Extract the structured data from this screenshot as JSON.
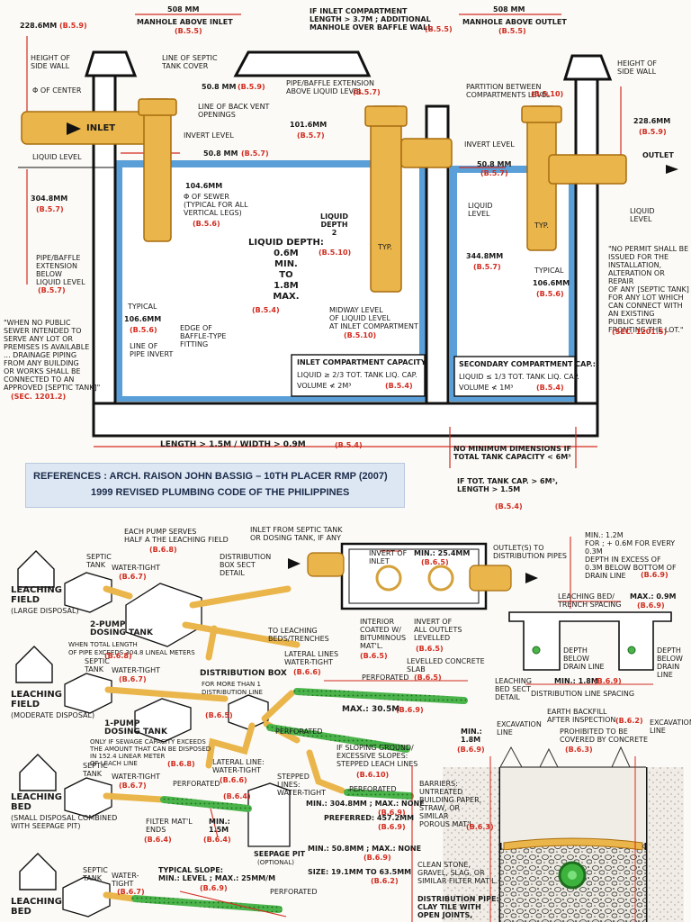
{
  "references": {
    "line1": "REFERENCES : ARCH. RAISON JOHN BASSIG – 10TH PLACER RMP (2007)",
    "line2": "1999 REVISED PLUMBING CODE OF THE PHILIPPINES"
  },
  "septic": {
    "dim_228_left": "228.6mm",
    "ref_228_left": "(B.5.9)",
    "dim_508_left": "508 mm",
    "manhole_inlet": "MANHOLE ABOVE INLET",
    "ref_manhole_inlet": "(B.5.5)",
    "inlet_compartment_note": "IF INLET COMPARTMENT\nLENGTH > 3.7m ; ADDITIONAL\nMANHOLE OVER BAFFLE WALL",
    "ref_inlet_compartment": "(B.5.5)",
    "dim_508_right": "508 mm",
    "manhole_outlet": "MANHOLE ABOVE OUTLET",
    "ref_manhole_outlet": "(B.5.5)",
    "height_side_wall_left": "HEIGHT OF\nSIDE WALL",
    "center_left": "Φ OF CENTER",
    "septic_cover": "LINE OF SEPTIC\nTANK COVER",
    "dim_50_8_top": "50.8 mm",
    "ref_50_8_top": "(B.5.9)",
    "back_vent": "LINE OF BACK VENT\nOPENINGS",
    "pipe_extension_top": "PIPE/BAFFLE EXTENSION\nABOVE LIQUID LEVEL",
    "ref_pipe_extension_top": "(B.5.7)",
    "partition": "PARTITION BETWEEN\nCOMPARTMENTS LEVEL",
    "ref_partition": "(B.5.10)",
    "height_side_wall_right": "HEIGHT OF\nSIDE WALL",
    "inlet": "INLET",
    "invert_level": "INVERT LEVEL",
    "dim_50_8_mid": "50.8 mm",
    "ref_50_8_mid": "(B.5.7)",
    "dim_101_6": "101.6mm",
    "ref_101_6": "(B.5.7)",
    "dim_228_right": "228.6mm",
    "ref_228_right": "(B.5.9)",
    "outlet": "OUTLET",
    "liquid_level_left": "LIQUID LEVEL",
    "invert_level_right": "INVERT LEVEL",
    "dim_50_8_right": "50.8 mm",
    "ref_50_8_right": "(B.5.7)",
    "liquid_level_right": "LIQUID\nLEVEL",
    "liquid_level_outlet": "LIQUID\nLEVEL",
    "dim_104_6": "104.6mm",
    "center_sewer": "Φ OF SEWER\n(TYPICAL FOR ALL\nVERTICAL LEGS)",
    "ref_center_sewer": "(B.5.6)",
    "dim_304_8_left": "304.8mm",
    "ref_304_8_left": "(B.5.7)",
    "liquid_depth_2": "LIQUID\nDEPTH\n2",
    "ref_liquid_depth_2": "(B.5.10)",
    "typ_mid": "TYP.",
    "typ_right": "TYP.",
    "liquid_depth": "LIQUID DEPTH:\n0.6m\nMIN.\nTO\n1.8m\nMAX.",
    "ref_liquid_depth": "(B.5.4)",
    "pipe_baffle_ext_below": "PIPE/BAFFLE\nEXTENSION\nBELOW\nLIQUID LEVEL",
    "ref_pipe_baffle_ext_below": "(B.5.7)",
    "dim_344_8": "344.8mm",
    "ref_344_8": "(B.5.7)",
    "typical_right": "TYPICAL",
    "dim_106_6_right": "106.6mm",
    "ref_106_6_right": "(B.5.6)",
    "no_permit": "\"NO PERMIT SHALL BE\nISSUED FOR THE\nINSTALLATION,\nALTERATION OR REPAIR\nOF ANY [SEPTIC TANK]\nFOR ANY LOT WHICH\nCAN CONNECT WITH\nAN EXISTING\nPUBLIC SEWER\nFRONTING THE LOT.\"",
    "ref_no_permit": "(SEC. 1201.5)",
    "typical_left": "TYPICAL",
    "dim_106_6_left": "106.6mm",
    "ref_106_6_left": "(B.5.6)",
    "edge_baffle": "EDGE OF\nBAFFLE-TYPE\nFITTING",
    "line_pipe_invert": "LINE OF\nPIPE INVERT",
    "when_no_public": "\"WHEN NO PUBLIC\nSEWER INTENDED TO\nSERVE ANY LOT OR\nPREMISES IS AVAILABLE\n... DRAINAGE PIPING\nFROM ANY BUILDING\nOR WORKS SHALL BE\nCONNECTED TO AN\nAPPROVED [SEPTIC TANK]\"",
    "ref_when_no_public": "(SEC. 1201.2)",
    "midway": "MIDWAY LEVEL\nOF LIQUID LEVEL\nAT INLET COMPARTMENT",
    "ref_midway": "(B.5.10)",
    "inlet_capacity_title": "INLET COMPARTMENT CAPACITY:",
    "inlet_capacity_l1": "LIQUID  ≥ 2/3 TOT. TANK LIQ. CAP.",
    "inlet_capacity_l2": "VOLUME  ≮ 2m³",
    "ref_inlet_capacity": "(B.5.4)",
    "secondary_capacity_title": "SECONDARY COMPARTMENT CAP.:",
    "secondary_capacity_l1": "LIQUID  ≤ 1/3 TOT. TANK LIQ. CAP.",
    "secondary_capacity_l2": "VOLUME  ≮ 1m³",
    "ref_secondary_capacity": "(B.5.4)",
    "length_width": "LENGTH > 1.5m / WIDTH > 0.9m",
    "ref_length_width": "(B.5.4)",
    "no_minimum": "NO MINIMUM DIMENSIONS IF\nTOTAL TANK CAPACITY < 6m³",
    "if_tot": "IF TOT. TANK CAP. > 6m³,\nLENGTH > 1.5m",
    "ref_if_tot": "(B.5.4)"
  },
  "leaching": {
    "each_pump": "EACH PUMP SERVES\nHALF A THE LEACHING FIELD",
    "ref_each_pump": "(B.6.8)",
    "inlet_from_septic": "INLET FROM SEPTIC TANK\nOR DOSING TANK, IF ANY",
    "invert_inlet": "INVERT OF\nINLET",
    "min_25_4": "MIN.: 25.4mm",
    "ref_min_25_4": "(B.6.5)",
    "outlets": "OUTLET(S) TO\nDISTRIBUTION PIPES",
    "min_1_2": "MIN.: 1.2m\nFOR ; + 0.6m FOR EVERY 0.3m\nDEPTH IN EXCESS OF\n0.3m BELOW BOTTOM OF\nDRAIN LINE",
    "ref_min_1_2": "(B.6.9)",
    "septic_tank_1": "SEPTIC\nTANK",
    "water_tight_1": "WATER-TIGHT",
    "ref_wt_1": "(B.6.7)",
    "dist_box_detail": "DISTRIBUTION\nBOX SECT\nDETAIL",
    "leaching_field_1": "LEACHING\nFIELD",
    "sub_1": "(LARGE DISPOSAL)",
    "two_pump": "2-PUMP\nDOSING TANK",
    "two_pump_note": "WHEN TOTAL LENGTH\nOF PIPE EXCEEDS 304.8 LINEAL METERS",
    "ref_two_pump": "(B.6.8)",
    "to_leaching": "TO LEACHING\nBEDS/TRENCHES",
    "interior_coated": "INTERIOR\nCOATED W/\nBITUMINOUS\nMAT'L.",
    "ref_interior": "(B.6.5)",
    "invert_all": "INVERT OF\nALL OUTLETS\nLEVELLED",
    "ref_invert_all": "(B.6.5)",
    "levelled_slab": "LEVELLED CONCRETE\nSLAB",
    "ref_slab": "(B.6.5)",
    "leaching_spacing": "LEACHING BED/\nTRENCH SPACING",
    "max_0_9": "MAX.: 0.9m",
    "ref_max_0_9": "(B.6.9)",
    "depth_below": "DEPTH\nBELOW\nDRAIN LINE",
    "depth_below_r": "DEPTH\nBELOW\nDRAIN\nLINE",
    "leaching_sect": "LEACHING\nBED SECT\nDETAIL",
    "min_1_8": "MIN.: 1.8m",
    "ref_min_1_8": "(B.6.9)",
    "dist_line_spacing": "DISTRIBUTION LINE SPACING",
    "septic_tank_2": "SEPTIC\nTANK",
    "water_tight_2": "WATER-TIGHT",
    "ref_wt_2": "(B.6.7)",
    "lateral_lines": "LATERAL LINES\nWATER-TIGHT",
    "ref_lateral": "(B.6.6)",
    "distribution_box": "DISTRIBUTION BOX",
    "dist_box_note": "FOR MORE THAN 1\nDISTRIBUTION LINE",
    "perforated_1": "PERFORATED",
    "leaching_field_2": "LEACHING\nFIELD",
    "sub_2": "(MODERATE DISPOSAL)",
    "one_pump": "1-PUMP\nDOSING TANK",
    "one_pump_note": "ONLY IF SEWAGE CAPACITY EXCEEDS\nTHE AMOUNT THAT CAN BE DISPOSED\nIN 152.4 LINEAR METER\nOF LEACH LINE",
    "ref_one_pump": "(B.6.8)",
    "ref_b_6_5": "(B.6.5)",
    "max_30_5": "MAX.: 30.5m",
    "ref_max_30_5": "(B.6.9)",
    "min_1_8_mid": "MIN.:\n1.8m",
    "ref_min_1_8_mid": "(B.6.9)",
    "excavation_l": "EXCAVATION\nLINE",
    "earth_backfill": "EARTH BACKFILL\nAFTER INSPECTION",
    "ref_earth": "(B.6.2)",
    "prohibited": "PROHIBITED TO BE\nCOVERED BY CONCRETE",
    "ref_prohibited": "(B.6.3)",
    "excavation_r": "EXCAVATION\nLINE",
    "perforated_2": "PERFORATED",
    "sloping": "IF SLOPING GROUND/\nEXCESSIVE SLOPES:\nSTEPPED LEACH LINES",
    "ref_sloping": "(B.6.10)",
    "lateral_2": "LATERAL LINE:\nWATER-TIGHT",
    "ref_lateral_2": "(B.6.6)",
    "septic_tank_3": "SEPTIC\nTANK",
    "water_tight_3": "WATER-TIGHT",
    "ref_wt_3": "(B.6.7)",
    "perforated_3": "PERFORATED",
    "stepped": "STEPPED\nLINES:\nWATER-TIGHT",
    "perforated_4": "PERFORATED",
    "leaching_bed_1": "LEACHING\nBED",
    "sub_3": "(SMALL DISPOSAL COMBINED\nWITH SEEPAGE PIT)",
    "ref_b_6_4": "(B.6.4)",
    "filter_mat": "FILTER MAT'L\nENDS",
    "ref_filter": "(B.6.4)",
    "min_1_5": "MIN.:\n1.5m",
    "ref_min_1_5": "(B.6.4)",
    "seepage_pit": "SEEPAGE PIT",
    "seepage_sub": "(OPTIONAL)",
    "min_304": "MIN.: 304.8mm ; MAX.: NONE",
    "ref_min_304": "(B.6.9)",
    "preferred": "PREFERRED: 457.2mm",
    "ref_preferred": "(B.6.9)",
    "barriers": "BARRIERS:\nUNTREATED\nBUILDING PAPER,\nSTRAW, OR\nSIMILAR\nPOROUS MAT'L.",
    "ref_barriers": "(B.6.3)",
    "min_50_8": "MIN.: 50.8mm ; MAX.: NONE",
    "ref_min_50_8": "(B.6.9)",
    "size_19": "SIZE: 19.1mm TO 63.5mm",
    "ref_size": "(B.6.2)",
    "clean_stone": "CLEAN STONE,\nGRAVEL, SLAG, OR\nSIMILAR FILTER MAT'L.",
    "septic_tank_4": "SEPTIC\nTANK",
    "water_tight_4": "WATER-\nTIGHT",
    "ref_wt_4": "(B.6.7)",
    "typical_slope": "TYPICAL SLOPE:\nMIN.: LEVEL ; MAX.: 25mm/m",
    "ref_typical_slope": "(B.6.9)",
    "perforated_5": "PERFORATED",
    "leaching_bed_2": "LEACHING\nBED",
    "dist_pipe": "DISTRIBUTION PIPE:\nCLAY TILE WITH\nOPEN JOINTS,"
  }
}
